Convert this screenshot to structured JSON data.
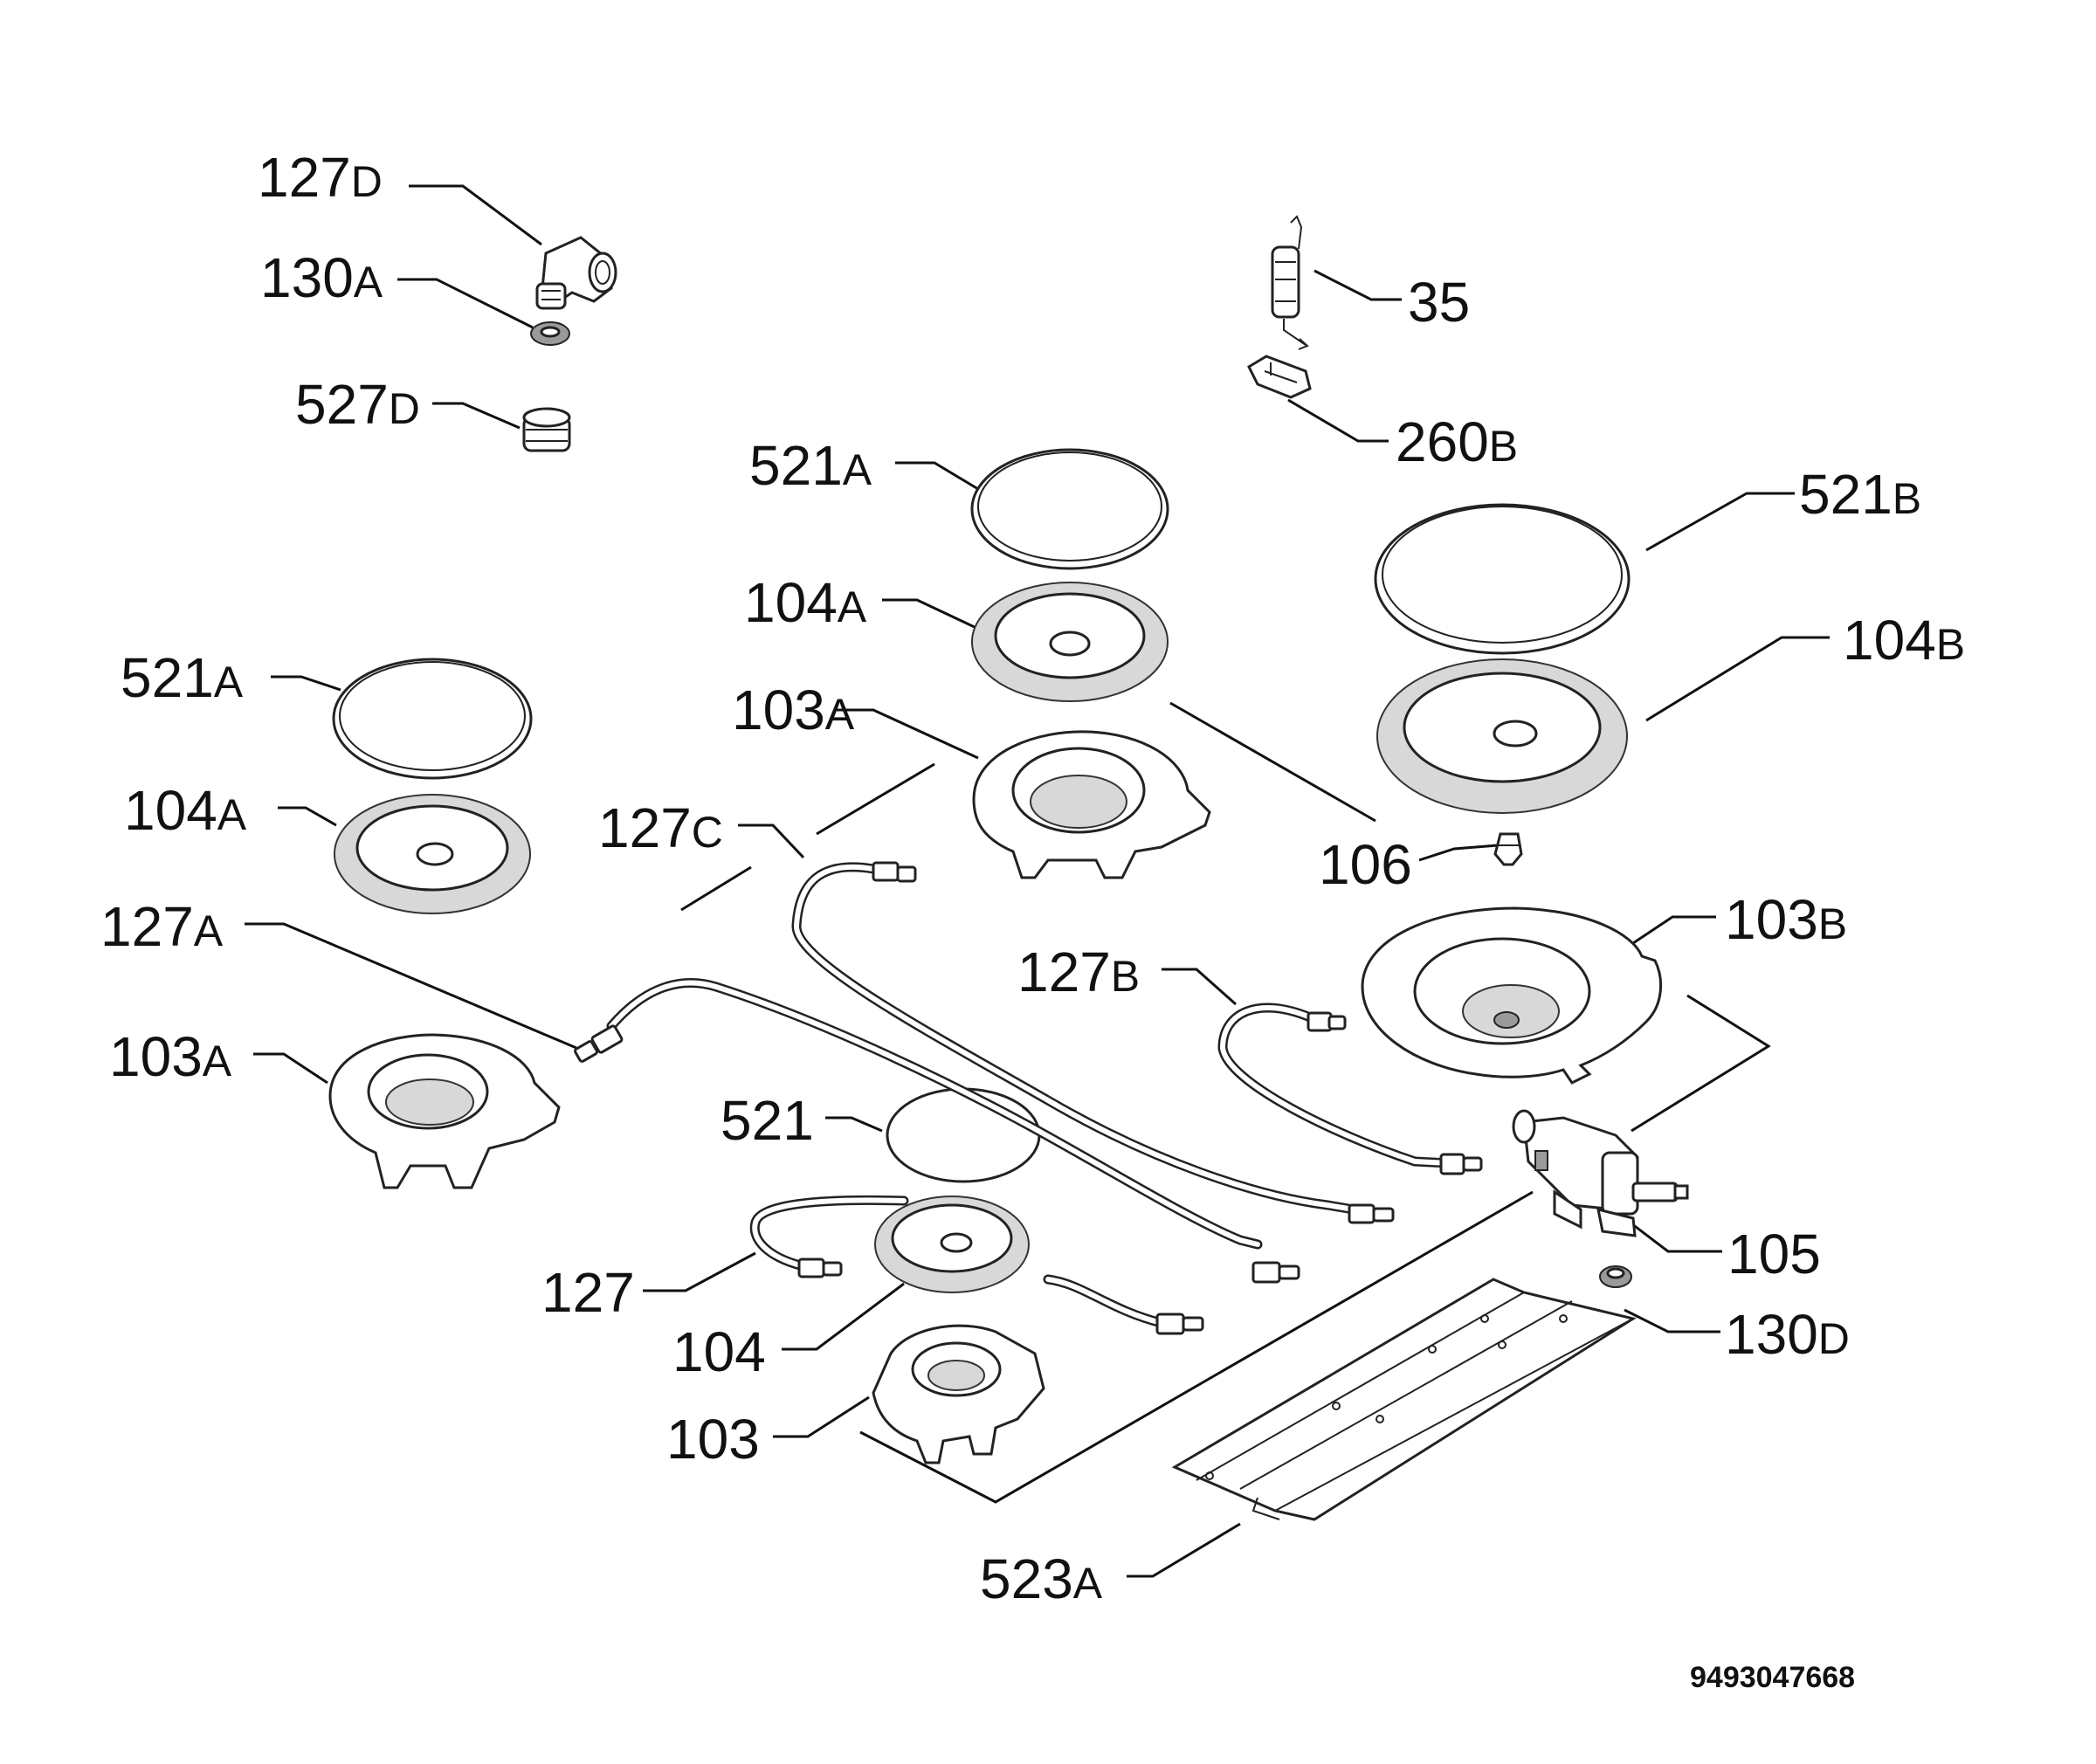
{
  "labels": [
    {
      "id": "127D-top",
      "num": "127",
      "suffix": "D"
    },
    {
      "id": "130A-top",
      "num": "130",
      "suffix": "A"
    },
    {
      "id": "527D",
      "num": "527",
      "suffix": "D"
    },
    {
      "id": "35",
      "num": "35",
      "suffix": ""
    },
    {
      "id": "260B",
      "num": "260",
      "suffix": "B"
    },
    {
      "id": "521A-center",
      "num": "521",
      "suffix": "A"
    },
    {
      "id": "521B",
      "num": "521",
      "suffix": "B"
    },
    {
      "id": "104A-center",
      "num": "104",
      "suffix": "A"
    },
    {
      "id": "104B",
      "num": "104",
      "suffix": "B"
    },
    {
      "id": "521A-left",
      "num": "521",
      "suffix": "A"
    },
    {
      "id": "103A-center",
      "num": "103",
      "suffix": "A"
    },
    {
      "id": "104A-left",
      "num": "104",
      "suffix": "A"
    },
    {
      "id": "127C",
      "num": "127",
      "suffix": "C"
    },
    {
      "id": "106",
      "num": "106",
      "suffix": ""
    },
    {
      "id": "127A",
      "num": "127",
      "suffix": "A"
    },
    {
      "id": "103B",
      "num": "103",
      "suffix": "B"
    },
    {
      "id": "127B",
      "num": "127",
      "suffix": "B"
    },
    {
      "id": "103A-left",
      "num": "103",
      "suffix": "A"
    },
    {
      "id": "521",
      "num": "521",
      "suffix": ""
    },
    {
      "id": "105",
      "num": "105",
      "suffix": ""
    },
    {
      "id": "127",
      "num": "127",
      "suffix": ""
    },
    {
      "id": "104",
      "num": "104",
      "suffix": ""
    },
    {
      "id": "130D",
      "num": "130",
      "suffix": "D"
    },
    {
      "id": "103",
      "num": "103",
      "suffix": ""
    },
    {
      "id": "523A",
      "num": "523",
      "suffix": "A"
    }
  ],
  "reference_number": "9493047668"
}
